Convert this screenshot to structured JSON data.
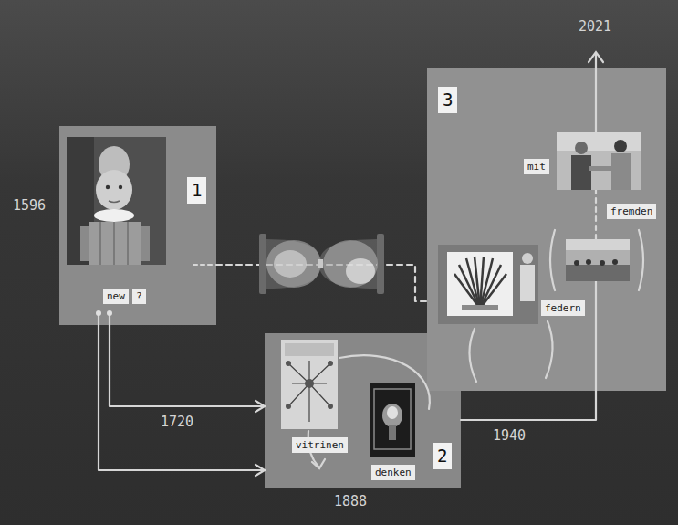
{
  "diagram": {
    "nodes": [
      {
        "text": [
          "1",
          "new",
          "?"
        ]
      },
      {
        "text": [
          "2",
          "vitrinen",
          "denken"
        ]
      },
      {
        "text": [
          "3",
          "mit",
          "fremden",
          "federn"
        ]
      }
    ],
    "edges": [
      {
        "from": 0,
        "to": 1,
        "arrow": "to",
        "label": "1720"
      },
      {
        "from": 0,
        "to": 1,
        "arrow": "to"
      },
      {
        "from": 0,
        "to": 2,
        "arrow": "none"
      },
      {
        "from": 1,
        "to": 2,
        "arrow": "none",
        "label": "1940"
      }
    ],
    "labels": [
      "1596",
      "1888",
      "2021"
    ]
  }
}
